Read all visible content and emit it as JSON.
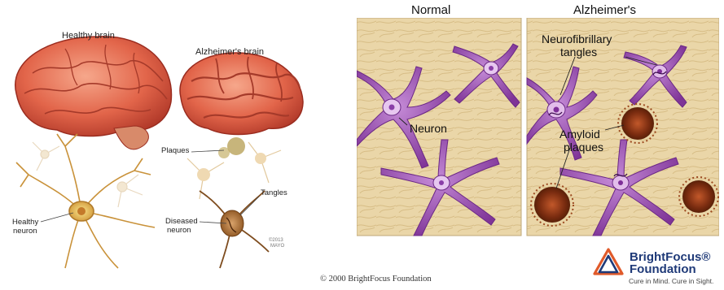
{
  "left": {
    "healthy_brain": "Healthy brain",
    "alz_brain": "Alzheimer's brain",
    "plaques": "Plaques",
    "tangles": "Tangles",
    "healthy_neuron_1": "Healthy",
    "healthy_neuron_2": "neuron",
    "diseased_neuron_1": "Diseased",
    "diseased_neuron_2": "neuron",
    "stamp_1": "©2013",
    "stamp_2": "MAYO"
  },
  "right": {
    "normal_title": "Normal",
    "alz_title": "Alzheimer's",
    "neuron": "Neuron",
    "nft_1": "Neurofibrillary",
    "nft_2": "tangles",
    "amyloid_1": "Amyloid",
    "amyloid_2": "plaques"
  },
  "footer": {
    "copyright": "© 2000 BrightFocus Foundation",
    "brand_1": "BrightFocus®",
    "brand_2": "Foundation",
    "tagline": "Cure in Mind. Cure in Sight."
  },
  "colors": {
    "brain": "#e0624a",
    "tissue": "#e9d3a3",
    "neuron": "#9b4fb0",
    "plaque": "#8a3a18",
    "brand": "#1f3a78"
  }
}
